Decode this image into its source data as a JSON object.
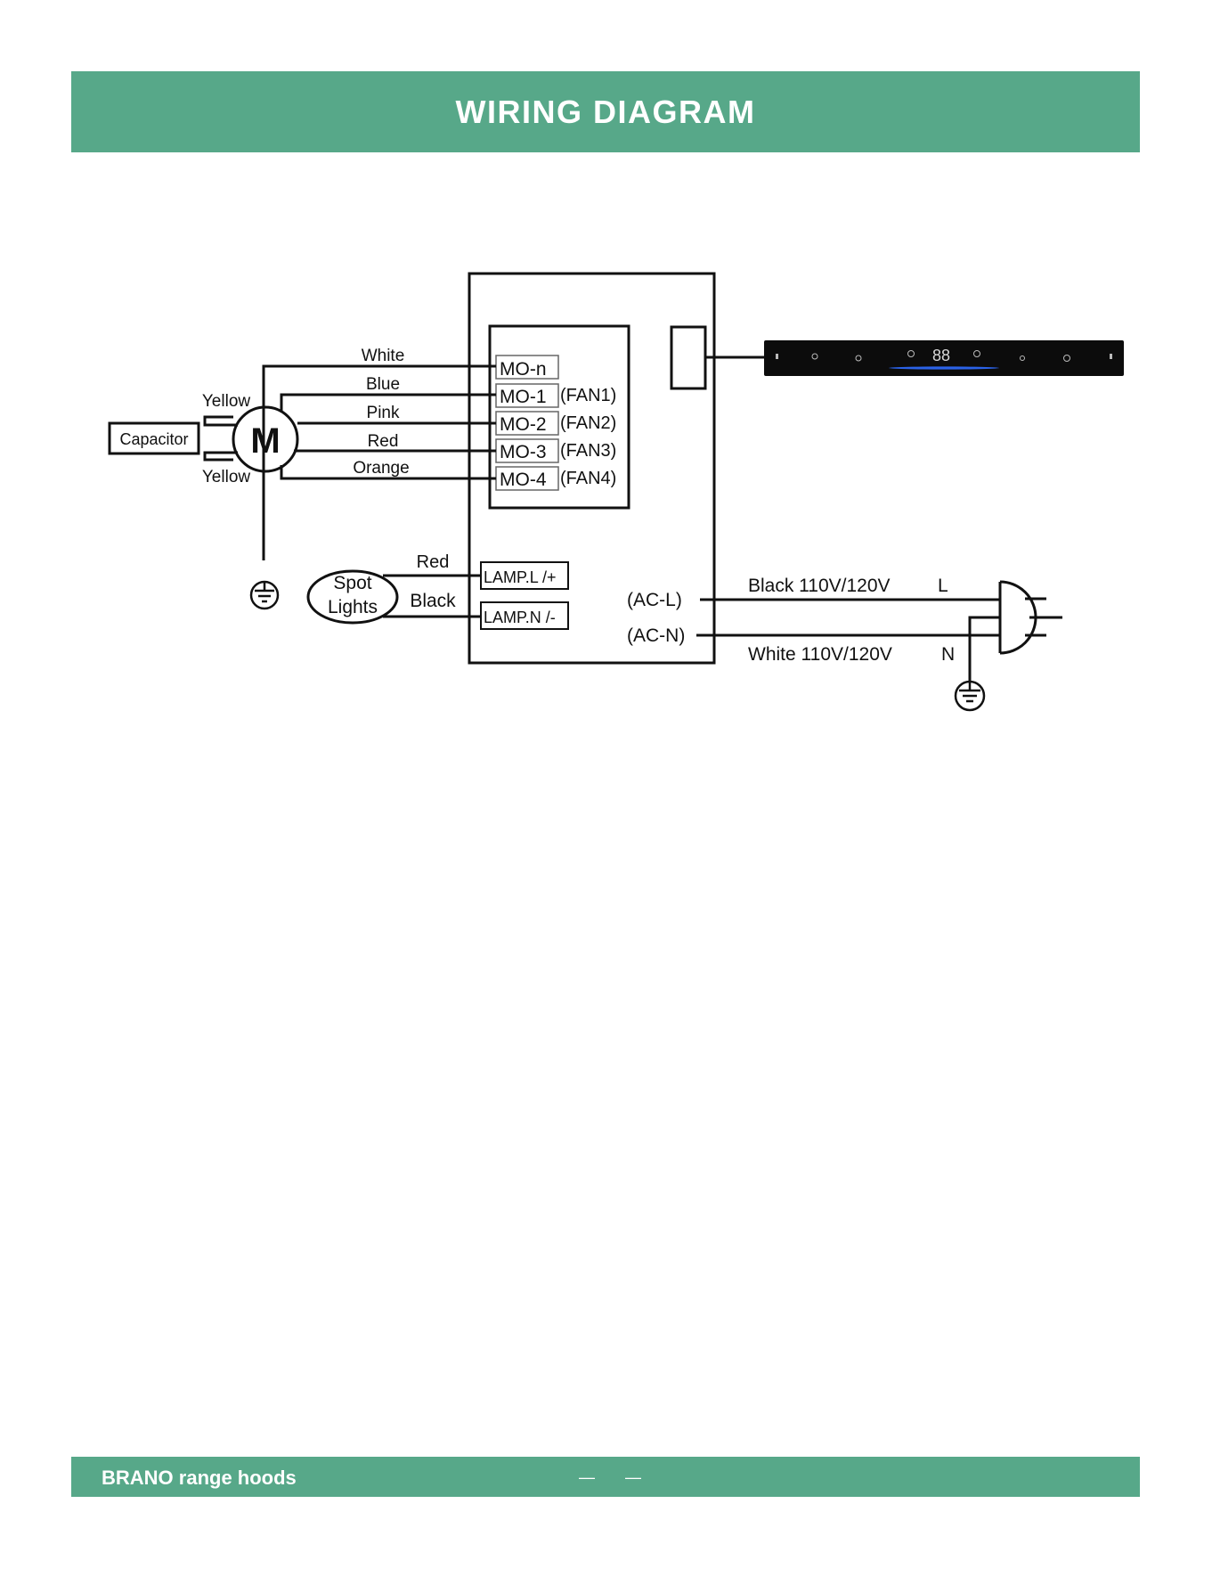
{
  "header": {
    "title": "WIRING DIAGRAM"
  },
  "footer": {
    "brand": "BRANO range hoods",
    "dash_left": "—",
    "dash_right": "—"
  },
  "colors": {
    "accent": "#57a889",
    "panel": "#0c0c0c",
    "panel_glow": "#2f6bff"
  },
  "diagram": {
    "capacitor_label": "Capacitor",
    "motor_label": "M",
    "yellow_top": "Yellow",
    "yellow_bottom": "Yellow",
    "wires": {
      "white": "White",
      "blue": "Blue",
      "pink": "Pink",
      "red": "Red",
      "orange": "Orange"
    },
    "terminals": {
      "mo_n": "MO-n",
      "mo_1": "MO-1",
      "mo_2": "MO-2",
      "mo_3": "MO-3",
      "mo_4": "MO-4"
    },
    "fans": {
      "fan1": "(FAN1)",
      "fan2": "(FAN2)",
      "fan3": "(FAN3)",
      "fan4": "(FAN4)"
    },
    "spot_lights_line1": "Spot",
    "spot_lights_line2": "Lights",
    "lamp_red": "Red",
    "lamp_black": "Black",
    "lamp_l": "LAMP.L /+",
    "lamp_n": "LAMP.N /-",
    "ac_l": "(AC-L)",
    "ac_n": "(AC-N)",
    "line_black": "Black 110V/120V",
    "line_white": "White 110V/120V",
    "line_l": "L",
    "line_n": "N",
    "panel_display": "88"
  }
}
